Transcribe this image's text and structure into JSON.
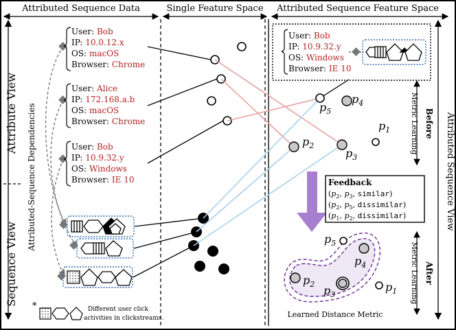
{
  "headers": {
    "attributed_data": "Attributed Sequence Data",
    "single_space": "Single Feature Space",
    "attr_seq_space": "Attributed Sequence Feature Space"
  },
  "side_labels": {
    "attribute_view": "Attribute View",
    "sequence_view": "Sequence View",
    "dependencies": "Attributed-Sequence Dependencies",
    "attributed_sequence_view": "Attributed Sequence View",
    "before": "Before",
    "after": "After",
    "metric_learning": "Metric Learning"
  },
  "field_labels": {
    "user": "User:",
    "ip": "IP:",
    "os": "OS:",
    "browser": "Browser:"
  },
  "records": [
    {
      "user": "Bob",
      "ip": "10.0.12.x",
      "os": "macOS",
      "browser": "Chrome"
    },
    {
      "user": "Alice",
      "ip": "172.168.a.b",
      "os": "macOS",
      "browser": "Chrome"
    },
    {
      "user": "Bob",
      "ip": "10.9.32.y",
      "os": "Windows",
      "browser": "IE 10"
    }
  ],
  "highlight_record": {
    "user": "Bob",
    "ip": "10.9.32.y",
    "os": "Windows",
    "browser": "IE 10"
  },
  "points_before": {
    "p1": "p",
    "p2": "p",
    "p3": "p",
    "p4": "p",
    "p5": "p"
  },
  "subscripts": [
    "1",
    "2",
    "3",
    "4",
    "5"
  ],
  "feedback": {
    "title": "Feedback",
    "rows": [
      {
        "a": "p",
        "as": "2",
        "b": "p",
        "bs": "3",
        "rel": "similar"
      },
      {
        "a": "p",
        "as": "2",
        "b": "p",
        "bs": "5",
        "rel": "dissimilar"
      },
      {
        "a": "p",
        "as": "1",
        "b": "p",
        "bs": "2",
        "rel": "dissimilar"
      }
    ]
  },
  "learned_metric": "Learned Distance Metric",
  "footnote": {
    "star": "*",
    "line1": "Different user click",
    "line2": "activities in clickstreams."
  },
  "colors": {
    "value_red": "#b22222",
    "link_red": "#e8a0a0",
    "link_blue": "#a8d0ec",
    "dotted_blue": "#2b6cb0",
    "arrow_purple": "#a87fd0",
    "cluster_purple": "#6a2c9a",
    "connector_gray": "#777777"
  }
}
